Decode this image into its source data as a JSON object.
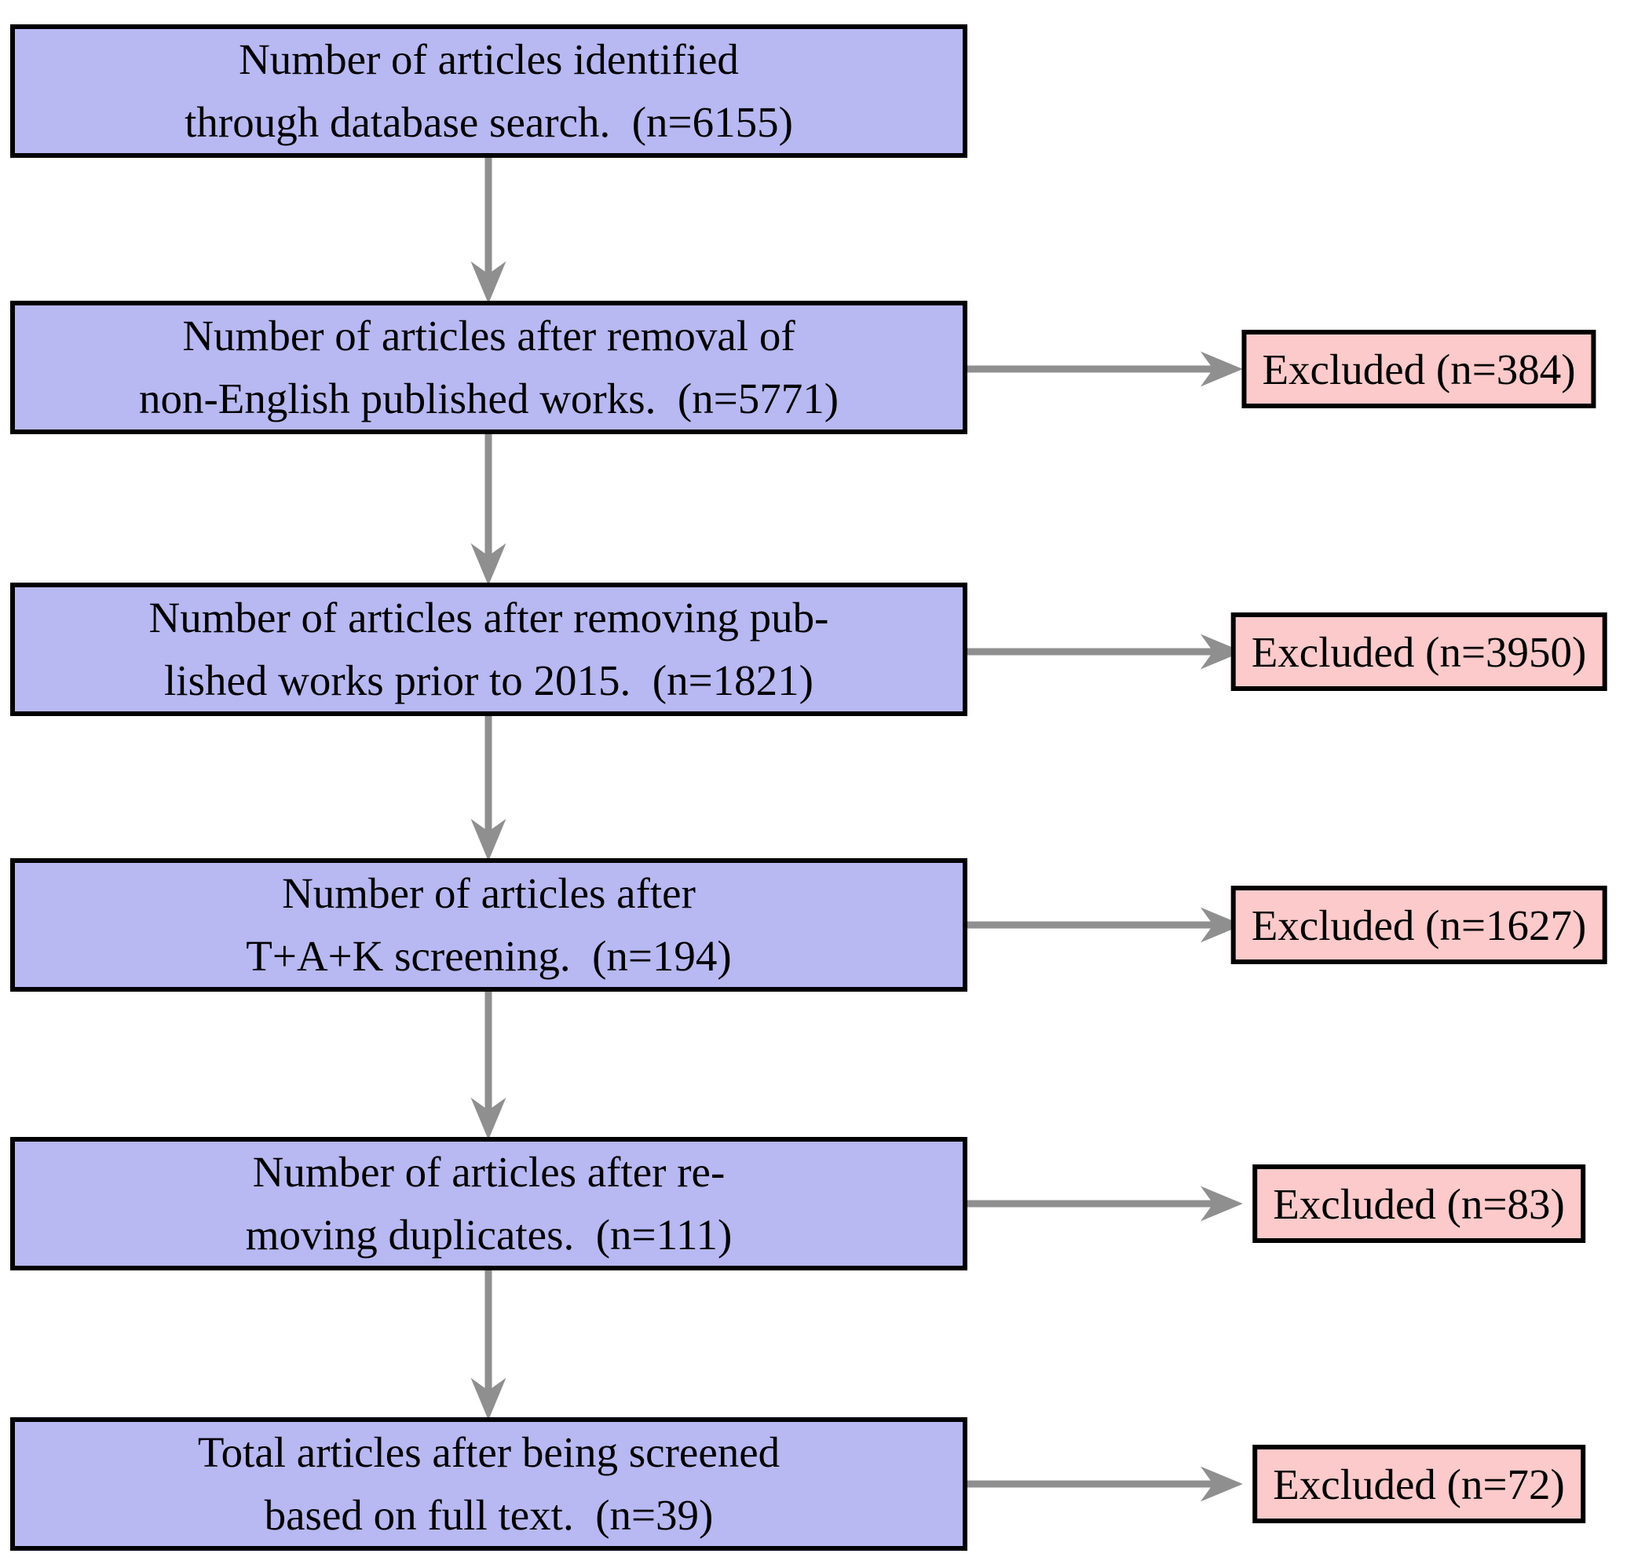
{
  "flowchart": {
    "colors": {
      "process_fill": "#b8b8f2",
      "excluded_fill": "#fccaca",
      "border": "#000000",
      "arrow": "#8f8f8f"
    },
    "steps": [
      {
        "text": "Number of articles identified\nthrough database search.  (n=6155)"
      },
      {
        "text": "Number of articles after removal of\nnon-English published works.  (n=5771)"
      },
      {
        "text": "Number of articles after removing pub-\nlished works prior to 2015.  (n=1821)"
      },
      {
        "text": "Number of articles after\nT+A+K screening.  (n=194)"
      },
      {
        "text": "Number of articles after re-\nmoving duplicates.  (n=111)"
      },
      {
        "text": "Total articles after being screened\nbased on full text.  (n=39)"
      }
    ],
    "exclusions": [
      {
        "text": "Excluded (n=384)"
      },
      {
        "text": "Excluded (n=3950)"
      },
      {
        "text": "Excluded (n=1627)"
      },
      {
        "text": "Excluded (n=83)"
      },
      {
        "text": "Excluded (n=72)"
      }
    ]
  }
}
